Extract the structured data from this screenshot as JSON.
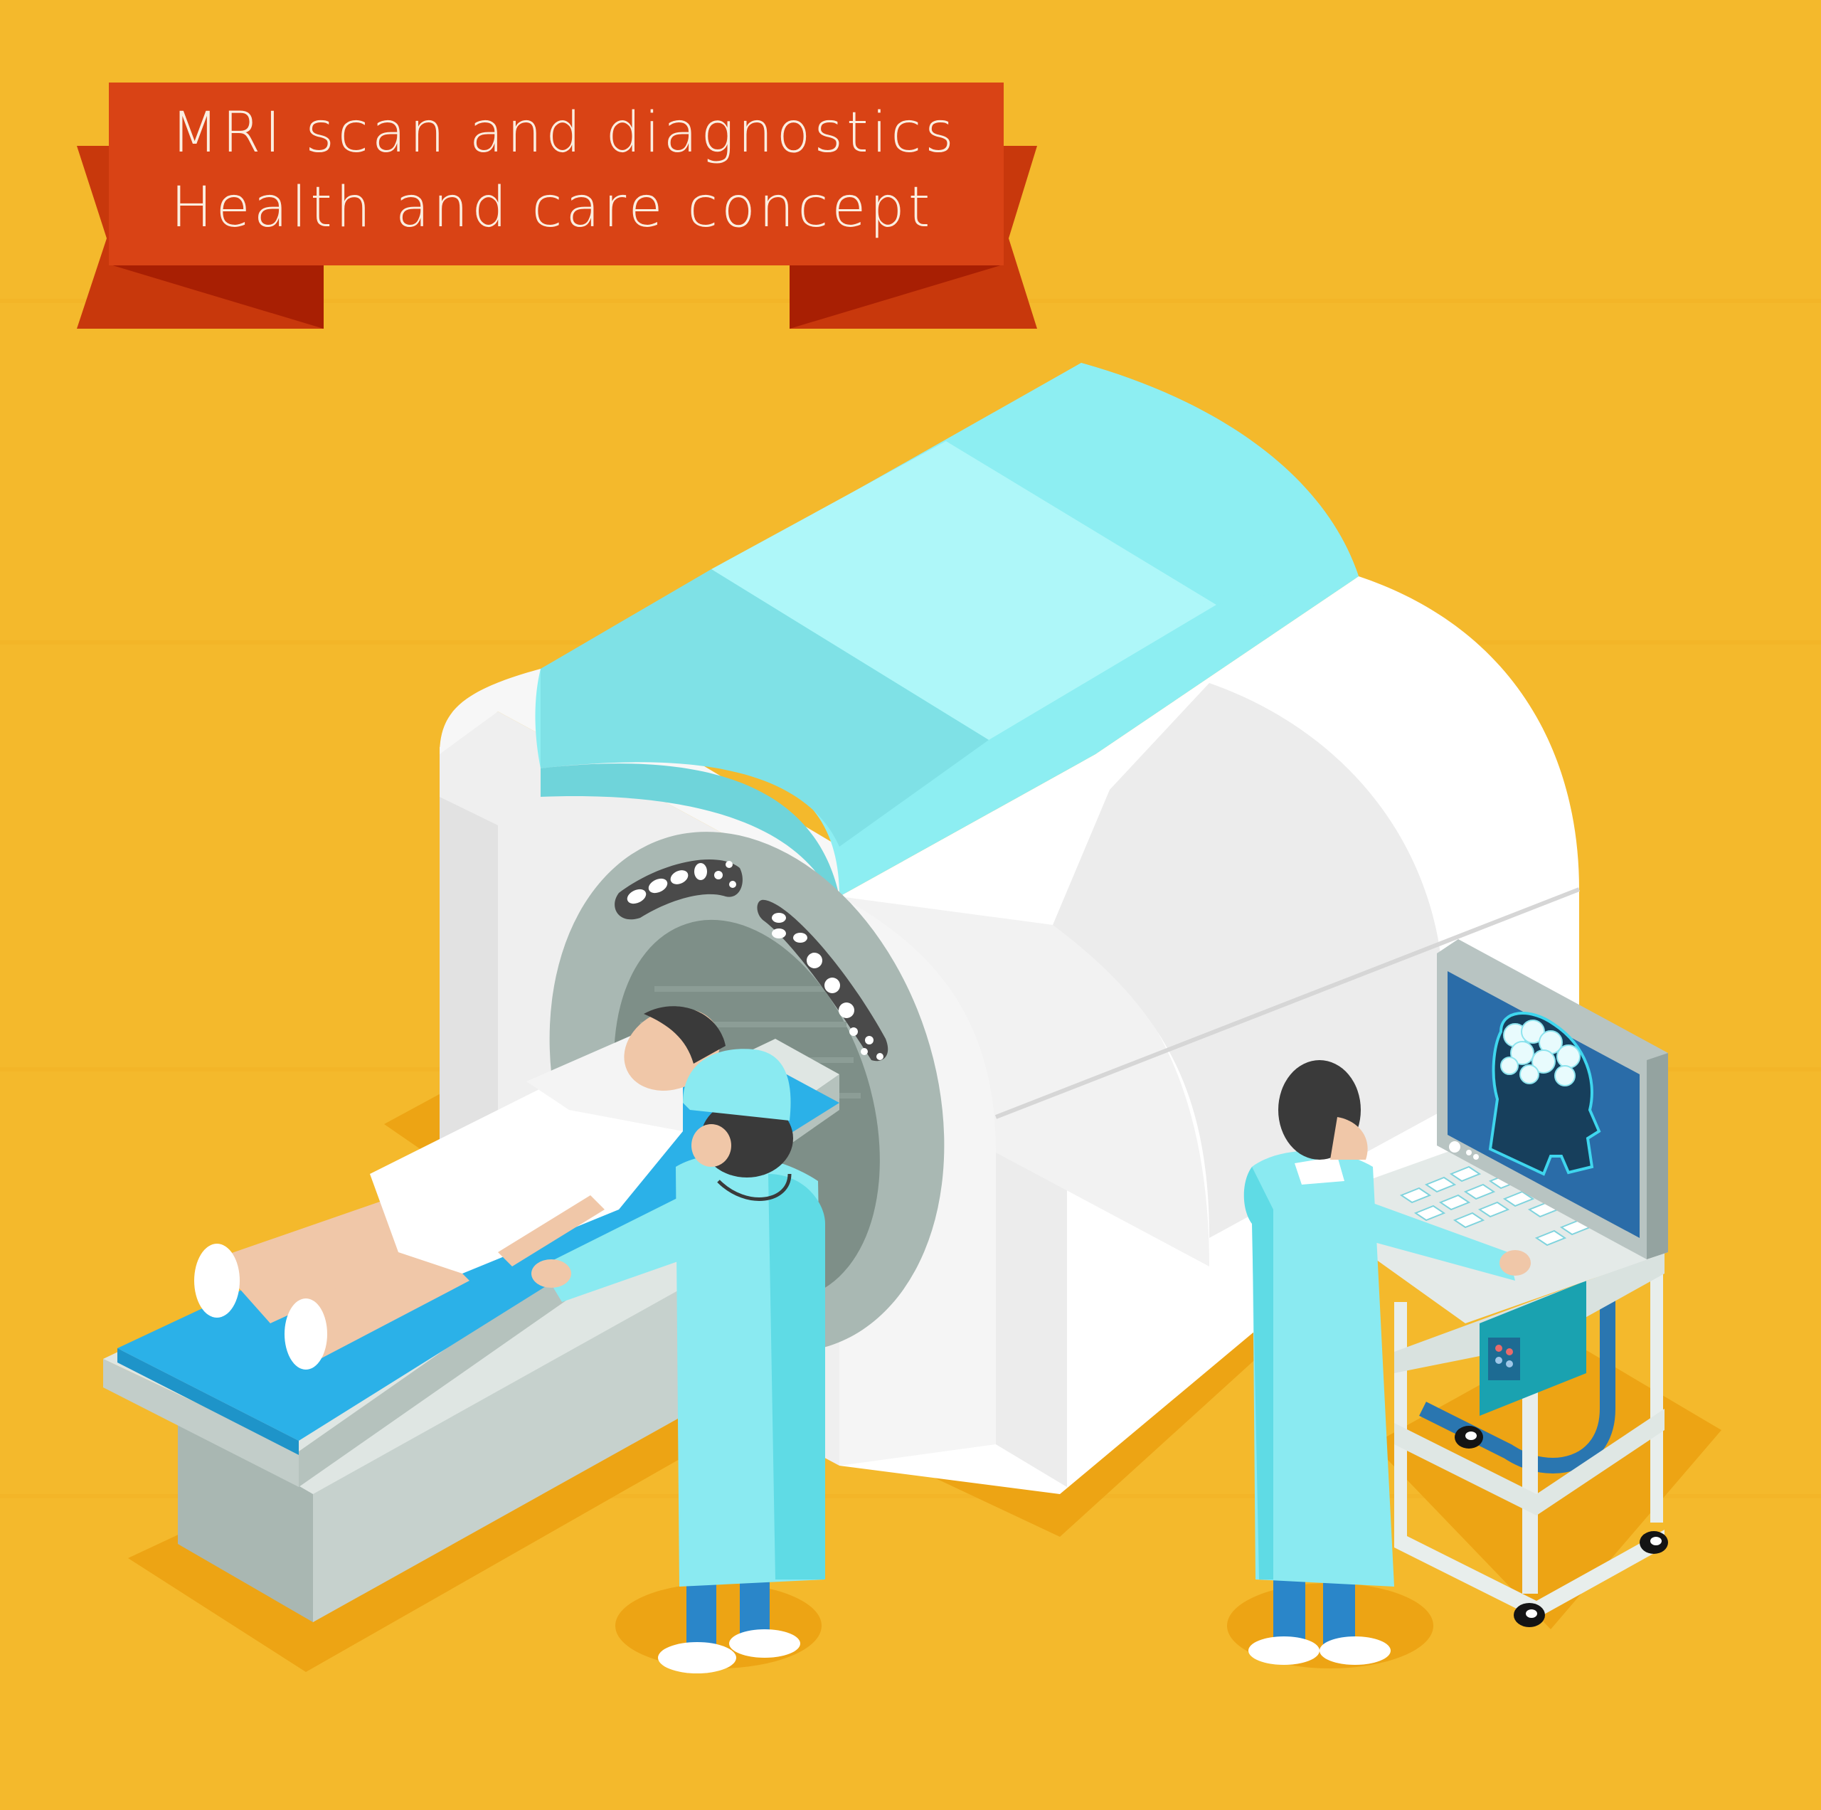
{
  "banner": {
    "line1": "MRI scan and diagnostics",
    "line2": "Health and care  concept"
  },
  "colors": {
    "background": "#f4b92c",
    "floor_shadow": "#eda414",
    "banner_main": "#d94315",
    "banner_fold": "#a81f03",
    "banner_tail": "#c8380c",
    "banner_text": "#fbeee0",
    "machine_white": "#ffffff",
    "machine_light_gray": "#eeeeee",
    "machine_side": "#e4e4e4",
    "machine_cyan_top": "#aef7f9",
    "machine_cyan_mid": "#8deef2",
    "machine_cyan_dark": "#7fe1e6",
    "gantry_ring": "#a9b8b3",
    "gantry_bore": "#7e8f88",
    "ring_panel": "#4a4a4a",
    "table_blue": "#2bb1e8",
    "table_base": "#cfd8d4",
    "scrubs": "#8aeaf1",
    "scrubs_shade": "#5fdbe5",
    "pants": "#2a86c9",
    "skin": "#f0c7a8",
    "hair": "#454545",
    "monitor_frame": "#b8c4c2",
    "monitor_screen": "#2a6ca8",
    "head_silhouette": "#173f5c",
    "head_outline": "#3fd6ee",
    "cart_frame": "#e8eeec",
    "cart_device": "#1aa2b0",
    "cable_blue": "#2a76b0",
    "wheel": "#141414"
  },
  "scene": {
    "machine": "mri-scanner",
    "patient": "patient-lying",
    "staff": [
      "radiologist-at-bore",
      "technician-at-console"
    ],
    "monitor_display": "brain-scan-head-silhouette"
  }
}
